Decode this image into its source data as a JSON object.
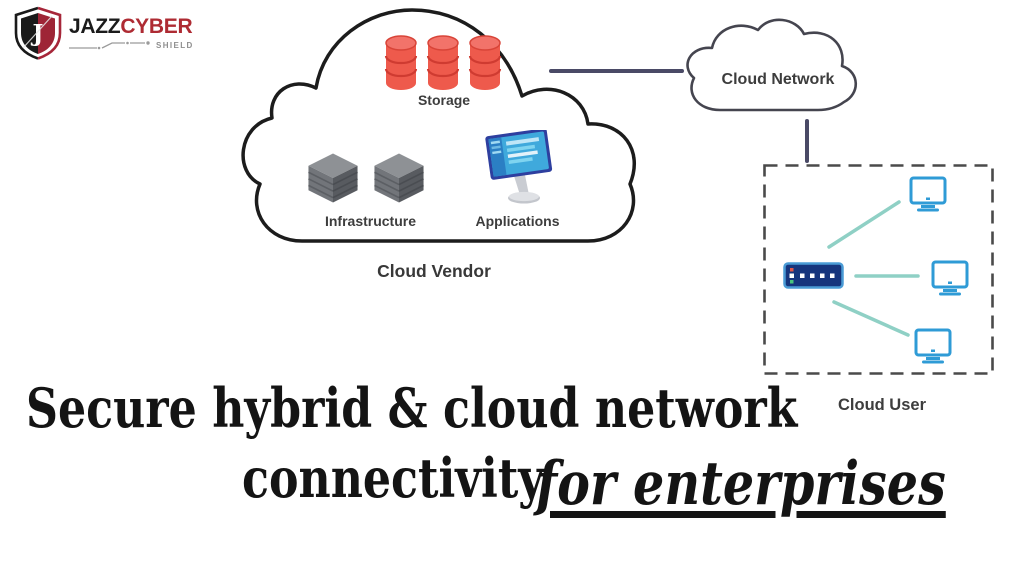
{
  "logo": {
    "monogram": "J",
    "name_primary": "JAZZ",
    "name_secondary": "CYBER",
    "tagline": "SHIELD"
  },
  "vendor_cloud": {
    "label": "Cloud Vendor",
    "items": [
      {
        "label": "Storage",
        "icon": "database-icon",
        "count": 3
      },
      {
        "label": "Infrastructure",
        "icon": "server-stack-icon",
        "count": 2
      },
      {
        "label": "Applications",
        "icon": "application-monitor-icon",
        "count": 1
      }
    ]
  },
  "network_cloud": {
    "label": "Cloud Network"
  },
  "user_zone": {
    "label": "Cloud User",
    "devices": {
      "switch_count": 1,
      "workstation_count": 3
    }
  },
  "headline": {
    "line1": "Secure hybrid & cloud network",
    "line2": "connectivity",
    "line3": "for enterprises"
  },
  "colors": {
    "storage_red": "#ee5a4c",
    "infrastructure_gray": "#75787a",
    "application_frame_blue": "#2e3f9f",
    "switch_navy": "#16357d",
    "switch_border_blue": "#4a9bd5",
    "workstation_blue": "#2f9bd6",
    "lan_link_teal": "#8fd0c5",
    "connector_navy": "#4a4a66",
    "brand_red": "#a62639",
    "headline_black": "#141414"
  }
}
